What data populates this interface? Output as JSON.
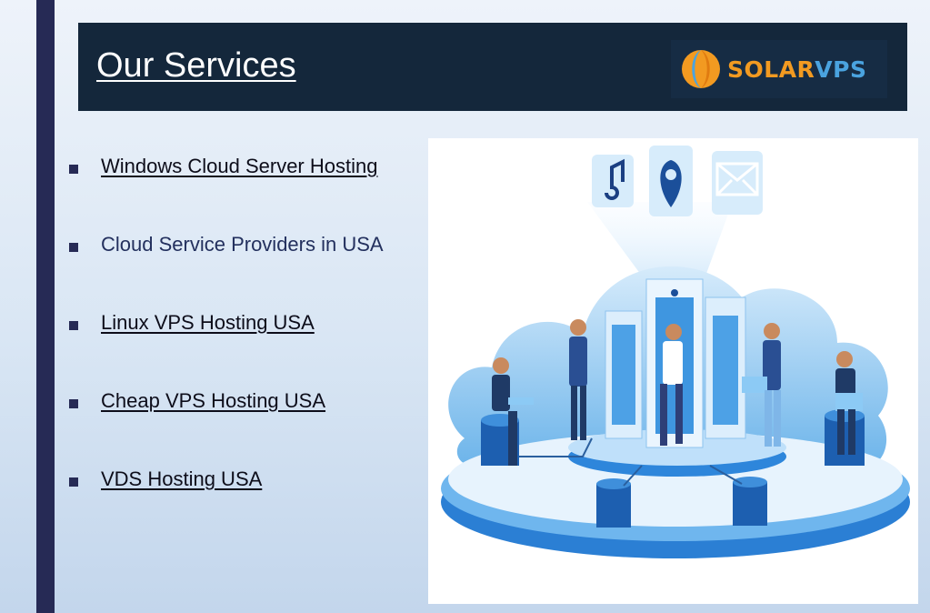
{
  "header": {
    "title": "Our Services",
    "logo": {
      "part1": "SOLAR",
      "part2": "VPS",
      "icon": "solarvps-logo-icon"
    }
  },
  "services": [
    {
      "label": "Windows Cloud Server Hosting",
      "linked": true
    },
    {
      "label": "Cloud Service Providers in USA",
      "linked": false
    },
    {
      "label": "Linux VPS Hosting USA",
      "linked": true
    },
    {
      "label": "Cheap VPS Hosting USA",
      "linked": true
    },
    {
      "label": "VDS Hosting USA",
      "linked": true
    }
  ],
  "colors": {
    "accent_bar": "#262a55",
    "header_bg": "#14273b",
    "logo_orange": "#f29a21",
    "logo_blue": "#4aa3df"
  },
  "illustration": {
    "subject": "cloud-server-illustration"
  }
}
